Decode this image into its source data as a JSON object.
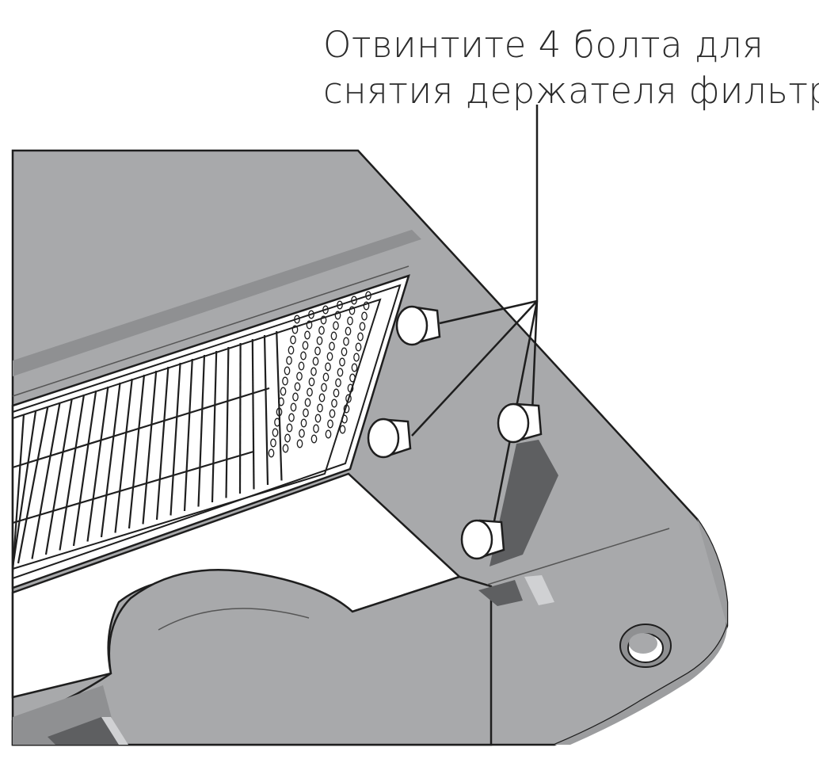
{
  "annotation": {
    "line1": "Отвинтите 4 болта для",
    "line2": "снятия держателя фильтра"
  },
  "colors": {
    "body": "#a8a9ab",
    "body_dark": "#8f9092",
    "shadow": "#5e5f61",
    "stroke": "#1e1e1e",
    "bolt": "#ffffff",
    "slot_light": "#d0d1d3"
  },
  "bolts": {
    "count": 4
  },
  "icons": {
    "bolt": "bolt-icon",
    "screw_hole": "screw-hole-icon",
    "filter_grille": "filter-grille-icon"
  }
}
